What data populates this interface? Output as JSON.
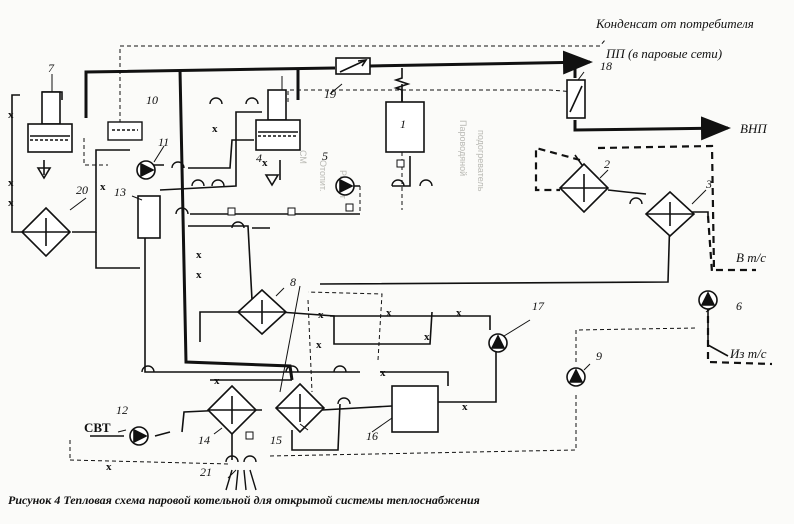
{
  "labels": {
    "condensate": "Конденсат от потребителя",
    "pp": "ПП (в паровые сети)",
    "vnp": "ВНП",
    "v_ts": "В т/с",
    "iz_ts": "Из т/с",
    "svt": "СВТ"
  },
  "caption": "Рисунок 4  Тепловая схема паровой котельной для открытой системы теплоснабжения",
  "numbers": [
    "1",
    "2",
    "3",
    "4",
    "5",
    "6",
    "7",
    "8",
    "9",
    "10",
    "11",
    "12",
    "13",
    "14",
    "15",
    "16",
    "17",
    "18",
    "19",
    "20",
    "21"
  ],
  "x_mark": "x",
  "bleed_through": [
    "СМ",
    "Отопит.",
    "Расчёт",
    "Пароводяной",
    "подогреватель"
  ]
}
